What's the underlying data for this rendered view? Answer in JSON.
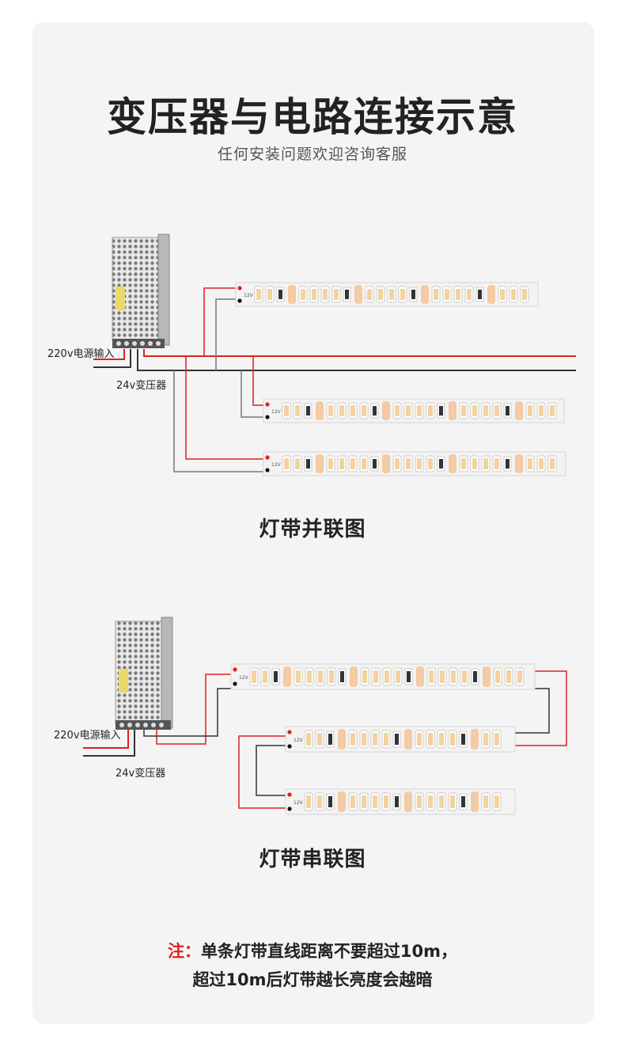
{
  "header": {
    "title": "变压器与电路连接示意",
    "subtitle": "任何安装问题欢迎咨询客服"
  },
  "parallel": {
    "caption": "灯带并联图",
    "input_label": "220v电源输入",
    "transformer_label": "24v变压器"
  },
  "series": {
    "caption": "灯带串联图",
    "input_label": "220v电源输入",
    "transformer_label": "24v变压器"
  },
  "strip_marking": "12V",
  "note": {
    "prefix": "注：",
    "line1": "单条灯带直线距离不要超过10m，",
    "line2": "超过10m后灯带越长亮度会越暗"
  },
  "colors": {
    "card_bg": "#f4f4f4",
    "wire_red": "#e02020",
    "wire_gray": "#666666",
    "wire_dark": "#333333",
    "highlight": "#fde9b3",
    "led_pad": "#f6c9a0"
  }
}
